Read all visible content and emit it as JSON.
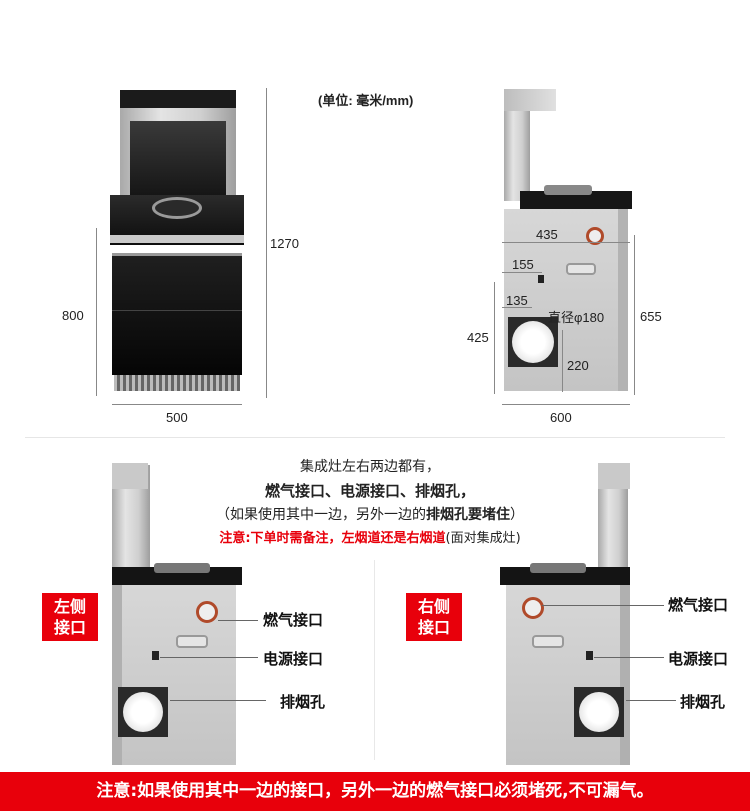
{
  "unit_note": "(单位: 毫米/mm)",
  "front_view": {
    "height_total": "1270",
    "height_cabinet": "800",
    "width": "500"
  },
  "side_view": {
    "depth_top": "435",
    "offset_power": "155",
    "offset_flue": "135",
    "flue_diameter": "直径φ180",
    "flue_height": "425",
    "cabinet_height": "655",
    "flue_to_bottom": "220",
    "depth_total": "600"
  },
  "explanation": {
    "line1": "集成灶左右两边都有，",
    "line2": "燃气接口、电源接口、排烟孔，",
    "line3_a": "（如果使用其中一边，另外一边的",
    "line3_b": "排烟孔要堵住",
    "line3_c": "）",
    "line4_a": "注意:下单时需备注，左烟道还是右烟道",
    "line4_b": "(面对集成灶)"
  },
  "left_panel": {
    "badge_line1": "左侧",
    "badge_line2": "接口",
    "gas": "燃气接口",
    "power": "电源接口",
    "flue": "排烟孔"
  },
  "right_panel": {
    "badge_line1": "右侧",
    "badge_line2": "接口",
    "gas": "燃气接口",
    "power": "电源接口",
    "flue": "排烟孔"
  },
  "footer": "注意:如果使用其中一边的接口，另外一边的燃气接口必须堵死,不可漏气。",
  "colors": {
    "accent_red": "#e8000b",
    "steel": "#c8c8c8",
    "glass_black": "#111111"
  }
}
